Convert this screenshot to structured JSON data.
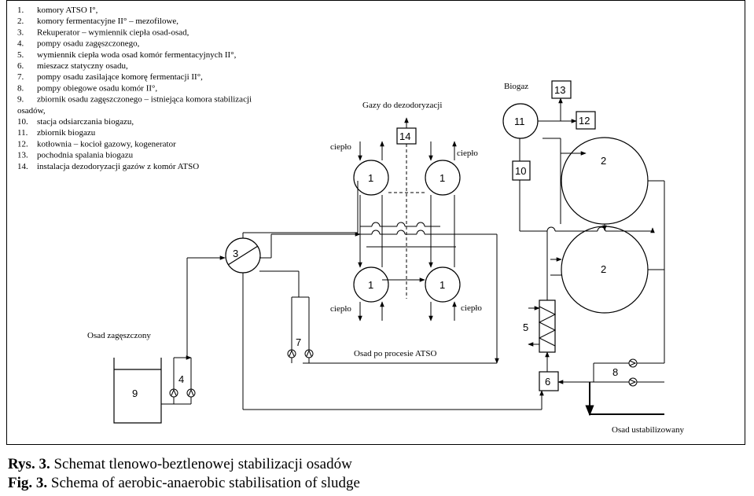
{
  "legend": [
    {
      "num": "1.",
      "text": "komory ATSO I°,"
    },
    {
      "num": "2.",
      "text": "komory fermentacyjne II° – mezofilowe,"
    },
    {
      "num": "3.",
      "text": "Rekuperator – wymiennik ciepła osad-osad,"
    },
    {
      "num": "4.",
      "text": "pompy osadu zagęszczonego,"
    },
    {
      "num": "5.",
      "text": "wymiennik ciepła woda osad komór fermentacyjnych II°,"
    },
    {
      "num": "6.",
      "text": "mieszacz statyczny osadu,"
    },
    {
      "num": "7.",
      "text": "pompy osadu zasilające komorę fermentacji II°,"
    },
    {
      "num": "8.",
      "text": "pompy obiegowe osadu komór II°,"
    },
    {
      "num": "9.",
      "text": "zbiornik osadu zagęszczonego – istniejąca komora stabilizacji"
    },
    {
      "num": "",
      "text": "osadów,"
    },
    {
      "num": "10.",
      "text": "stacja odsiarczania biogazu,"
    },
    {
      "num": "11.",
      "text": "zbiornik biogazu"
    },
    {
      "num": "12.",
      "text": "kotłownia – kocioł gazowy, kogenerator"
    },
    {
      "num": "13.",
      "text": "pochodnia spalania biogazu"
    },
    {
      "num": "14.",
      "text": "instalacja dezodoryzacji gazów z komór ATSO"
    }
  ],
  "labels": {
    "gazy": "Gazy do dezodoryzacji",
    "biogaz": "Biogaz",
    "cieplo": "ciepło",
    "osad_zag": "Osad zagęszczony",
    "osad_po": "Osad po procesie ATSO",
    "osad_stab": "Osad ustabilizowany"
  },
  "numbers": {
    "n1": "1",
    "n2": "2",
    "n3": "3",
    "n4": "4",
    "n5": "5",
    "n6": "6",
    "n7": "7",
    "n8": "8",
    "n9": "9",
    "n10": "10",
    "n11": "11",
    "n12": "12",
    "n13": "13",
    "n14": "14"
  },
  "captions": {
    "pl_prefix": "Rys. 3.",
    "pl_text": " Schemat tlenowo-beztlenowej stabilizacji osadów",
    "en_prefix": "Fig. 3.",
    "en_text": " Schema of aerobic-anaerobic stabilisation of sludge"
  }
}
